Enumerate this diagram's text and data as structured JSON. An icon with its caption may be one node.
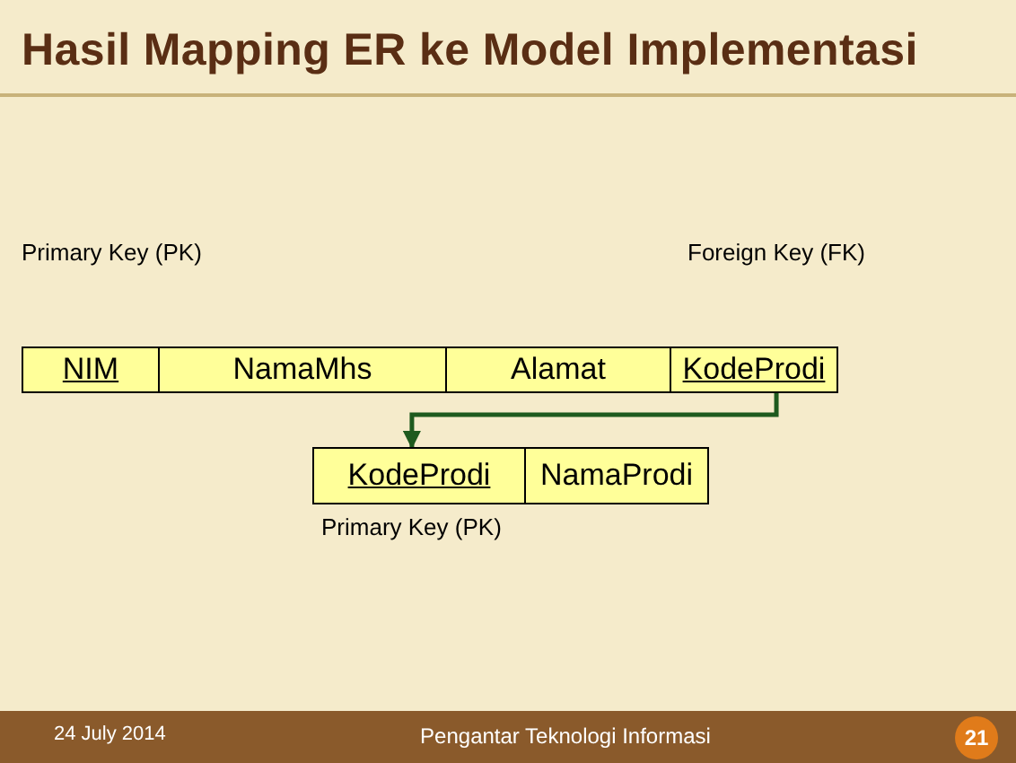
{
  "diagram": {
    "title": "Hasil Mapping ER ke Model Implementasi",
    "nodes": [
      {
        "text": [
          "NIM"
        ]
      },
      {
        "text": [
          "NamaMhs"
        ]
      },
      {
        "text": [
          "Alamat"
        ]
      },
      {
        "text": [
          "KodeProdi"
        ]
      },
      {
        "text": [
          "KodeProdi"
        ]
      },
      {
        "text": [
          "NamaProdi"
        ]
      }
    ],
    "edges": [
      {
        "from": 3,
        "to": 4,
        "arrow": "to",
        "color": "#1e5a1e"
      }
    ],
    "labels": [
      "Primary Key (PK)",
      "Foreign Key (FK)",
      "Primary Key (PK)",
      "24 July 2014",
      "Pengantar Teknologi Informasi",
      "21"
    ]
  }
}
